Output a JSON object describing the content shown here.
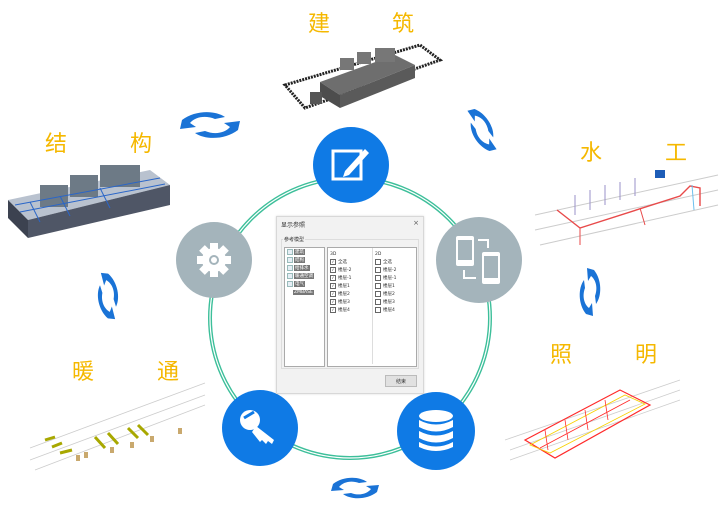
{
  "labels": {
    "architecture": [
      "建",
      "筑"
    ],
    "structure": [
      "结",
      "构"
    ],
    "plumbing": [
      "水",
      "工"
    ],
    "lighting": [
      "照",
      "明"
    ],
    "hvac": [
      "暖",
      "通"
    ]
  },
  "hubs": [
    {
      "name": "edit",
      "icon": "edit-icon",
      "color": "#0f7ae5"
    },
    {
      "name": "sync-devices",
      "icon": "devices-sync-icon",
      "color": "#a4b4bb"
    },
    {
      "name": "database",
      "icon": "database-icon",
      "color": "#0f7ae5"
    },
    {
      "name": "key",
      "icon": "key-icon",
      "color": "#0f7ae5"
    },
    {
      "name": "settings",
      "icon": "gear-icon",
      "color": "#a4b4bb"
    }
  ],
  "colors": {
    "accent_blue": "#0f7ae5",
    "hub_gray": "#a4b4bb",
    "ring_green": "#3dbf9a",
    "label_yellow": "#f5b800"
  },
  "dialog": {
    "title": "显示参照",
    "close": "×",
    "group_label": "参考模型",
    "tree": [
      "建筑",
      "结构",
      "给排水",
      "暖通空调",
      "电气",
      "ZMBASE"
    ],
    "col3d": {
      "header": "3D",
      "items": [
        {
          "label": "全选",
          "checked": true
        },
        {
          "label": "楼层-2",
          "checked": true
        },
        {
          "label": "楼层-1",
          "checked": true
        },
        {
          "label": "楼层1",
          "checked": true
        },
        {
          "label": "楼层2",
          "checked": true
        },
        {
          "label": "楼层3",
          "checked": true
        },
        {
          "label": "楼层4",
          "checked": true
        }
      ]
    },
    "col2d": {
      "header": "2D",
      "items": [
        {
          "label": "全选",
          "checked": false
        },
        {
          "label": "楼层-2",
          "checked": false
        },
        {
          "label": "楼层-1",
          "checked": false
        },
        {
          "label": "楼层1",
          "checked": false
        },
        {
          "label": "楼层2",
          "checked": false
        },
        {
          "label": "楼层3",
          "checked": false
        },
        {
          "label": "楼层4",
          "checked": false
        }
      ]
    },
    "end_button": "结束"
  }
}
